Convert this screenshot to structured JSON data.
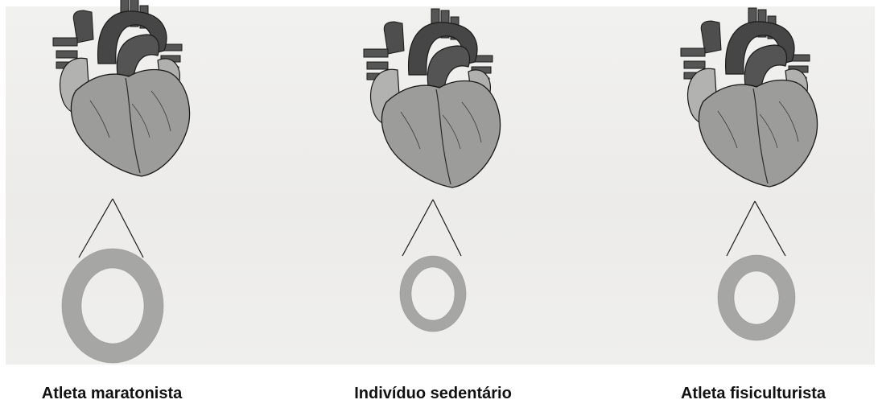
{
  "figure": {
    "subjects": [
      {
        "label": "Atleta maratonista",
        "wall": "thick"
      },
      {
        "label": "Indivíduo sedentário",
        "wall": "thin"
      },
      {
        "label": "Atleta fisiculturista",
        "wall": "thick, narrow chamber"
      }
    ],
    "colors": {
      "background": "#eeedeb",
      "heart_body": "#9a9a98",
      "heart_dark": "#4a4a4a",
      "heart_light": "#b4b4b2",
      "ring": "#a6a6a4",
      "outline": "#1a1a1a"
    }
  }
}
